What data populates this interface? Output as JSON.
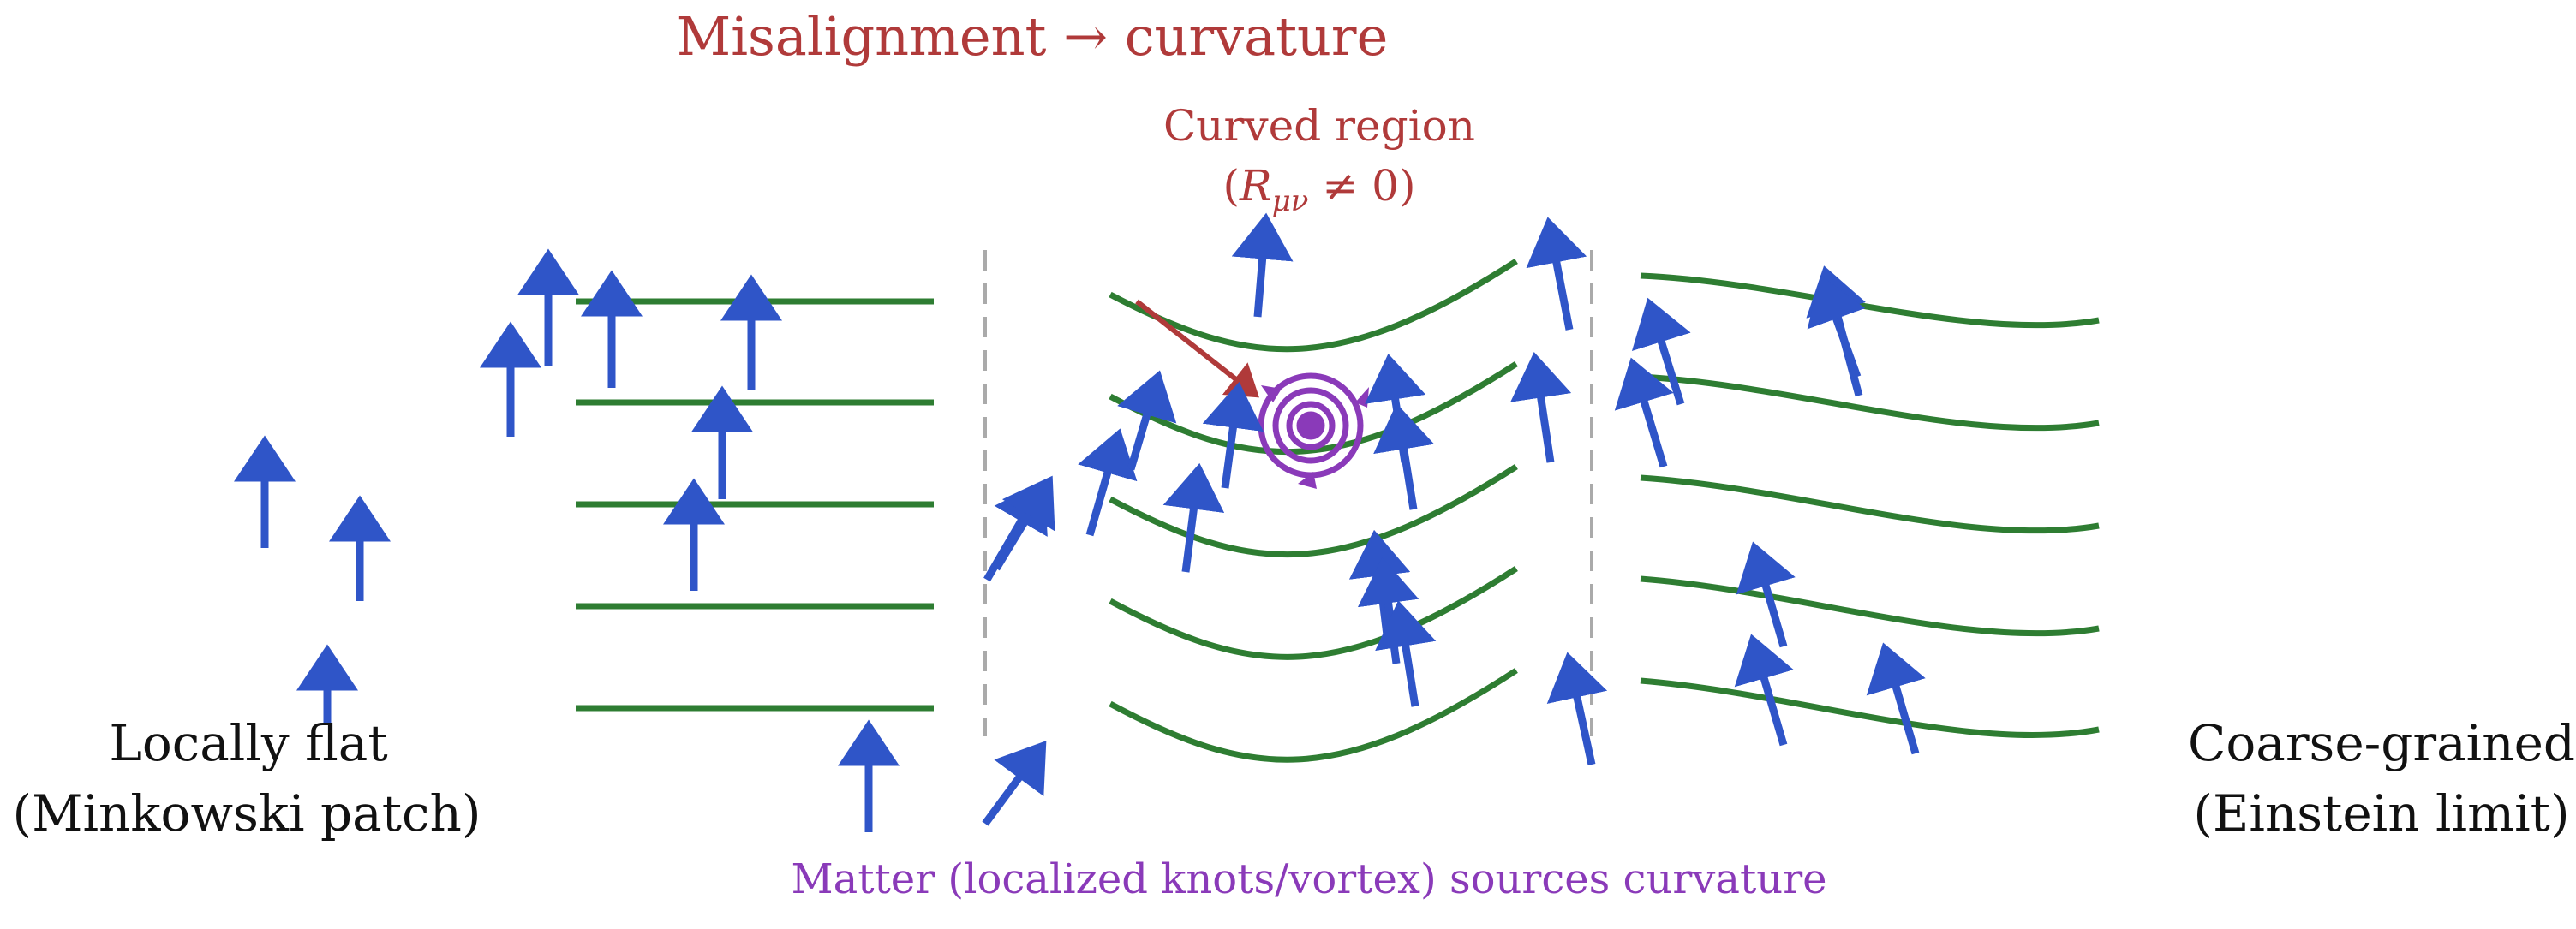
{
  "title": "Misalignment → curvature",
  "curved_region": {
    "label": "Curved region",
    "formula_open": "(",
    "formula_symbol": "R",
    "formula_subscript": "μν",
    "formula_rest": " ≠ 0)"
  },
  "left_caption": {
    "line1": "Locally flat",
    "line2": "(Minkowski patch)"
  },
  "right_caption": {
    "line1": "Coarse-grained",
    "line2": "(Einstein limit)"
  },
  "matter_caption": "Matter (localized knots/vortex) sources curvature",
  "colors": {
    "title_red": "#b03a3a",
    "field_lines": "#2e7d32",
    "arrows": "#2f55c8",
    "matter": "#8a3ab9",
    "pointer_arrow": "#b03a3a",
    "divider": "#aaaaaa"
  },
  "icons": {
    "matter_knot": "concentric-vortex-icon",
    "pointer": "arrow-icon"
  }
}
